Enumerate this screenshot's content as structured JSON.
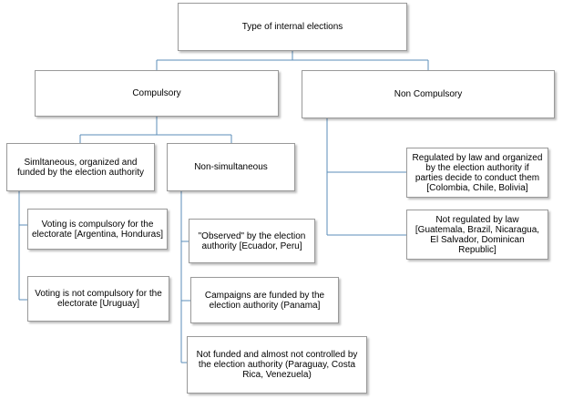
{
  "diagram": {
    "root": "Type of internal elections",
    "compulsory": {
      "label": "Compulsory",
      "simultaneous": {
        "label": "Simltaneous,  organized and funded by the election authority",
        "children": [
          "Voting is compulsory for the electorate [Argentina, Honduras]",
          "Voting is not compulsory for the electorate  [Uruguay]"
        ]
      },
      "non_simultaneous": {
        "label": "Non-simultaneous",
        "children": [
          "\"Observed\" by the election authority [Ecuador, Peru]",
          "Campaigns  are funded by the election authority  (Panama]",
          "Not  funded and almost not controlled by the election authority (Paraguay, Costa Rica, Venezuela)"
        ]
      }
    },
    "non_compulsory": {
      "label": "Non Compulsory",
      "children": [
        "Regulated  by law and organized by the election authority if parties decide to conduct them [Colombia,  Chile,  Bolivia]",
        "Not  regulated by law [Guatemala,  Brazil, Nicaragua, El Salvador,  Dominican Republic]"
      ]
    }
  },
  "colors": {
    "connector": "#5b8db8",
    "border": "#999999"
  }
}
